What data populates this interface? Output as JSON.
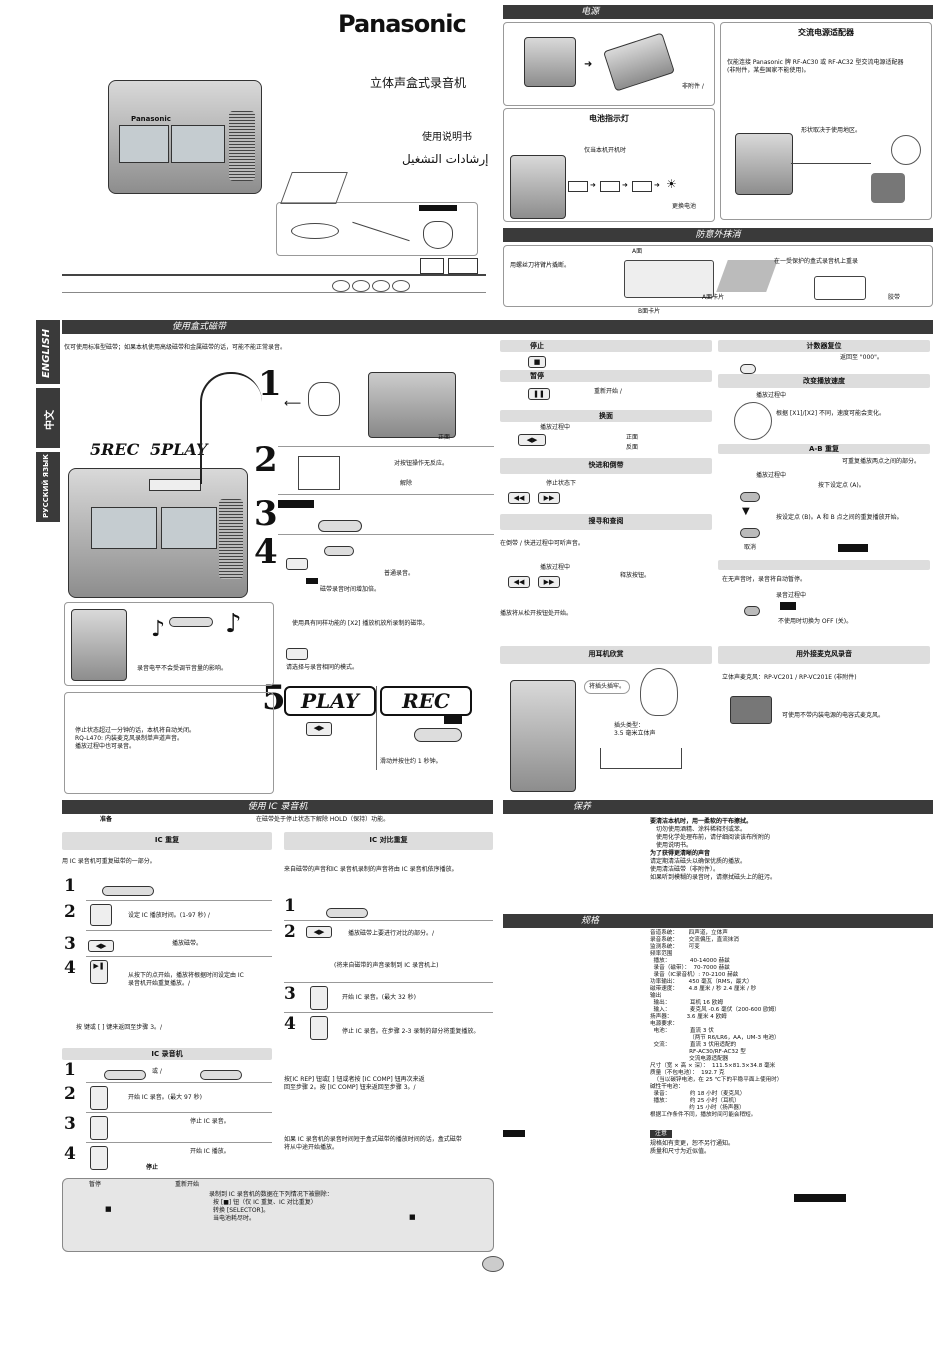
{
  "brand": "Panasonic",
  "cover": {
    "title": "立体声盒式录音机",
    "manual": "使用说明书",
    "manual_ar": "إرشادات التشغيل"
  },
  "sections": {
    "power": "电源",
    "ac_adapter": "交流电源适配器",
    "battery_indicator": "电池指示灯",
    "erase_protect": "防意外抹消",
    "tape_use": "使用盒式磁带",
    "ic_use": "使用 IC 录音机",
    "care": "保养",
    "specs": "规格"
  },
  "power": {
    "not_included": "非附件 /",
    "ac_text_1": "仅能连接 Panasonic 牌 RF-AC30 或 RF-AC32 型交流电源适配器",
    "ac_text_2": "(非附件，某些国家不能使用)。",
    "shape_note": "形状取决于使用地区。",
    "battery_when": "仅当本机开机时",
    "replace_battery": "更换电池"
  },
  "erase": {
    "left": "用螺丝刀将臂片撬断。",
    "side_a": "A面",
    "a_tab": "A面卡片",
    "b_tab": "B面卡片",
    "right": "在一受保护的盒式录音机上重录",
    "tape": "胶带"
  },
  "lang_tabs": [
    "ENGLISH",
    "中文",
    "РУССКИЙ ЯЗЫК"
  ],
  "tape": {
    "intro": "仅可使用标准型磁带；如果本机使用高级磁带和金属磁带的话，可能不能正常录音。",
    "s1": "1",
    "s2": "2",
    "s3": "3",
    "s4": "4",
    "s5": "5",
    "rec5": "5REC",
    "play5": "5PLAY",
    "front": "正面",
    "hold_text": "对按钮操作无反应。",
    "release": "解除",
    "normal_rec": "普通录音。",
    "double_rec": "磁带录音时间增加倍。",
    "vol_note": "录音电平不会受调节音量的影响。",
    "x2_note": "使用具有同样功能的 [X2] 播放机放所录制的磁带。",
    "same_mode": "请选择与录音相同的模式。",
    "play_big": "PLAY",
    "rec_big": "REC",
    "slide_hold": "滑动并按住约 1 秒钟。",
    "note1": "停止状态超过一分钟的话，本机将自动关闭。",
    "note2": "RQ-L470: 内装麦克风录制单声道声音。",
    "note3": "播放过程中也可录音。"
  },
  "controls": {
    "stop": "停止",
    "pause": "暂停",
    "resume": "重新开始 /",
    "reverse": "换面",
    "during_play": "播放过程中",
    "forward_side": "正面",
    "reverse_side": "反面",
    "ffrew": "快进和倒带",
    "in_stop": "停止状态下",
    "cue": "搜寻和查阅",
    "cue_note": "在倒带 / 快进过程中可听声音。",
    "release_btn": "释放按钮。",
    "start_play": "播放将从松开按钮处开始。",
    "counter": "计数器复位",
    "counter_reset": "返回至 \"000\"。",
    "speed": "改变播放速度",
    "speed_note": "根据 [X1]/[X2] 不同，速度可能会变化。",
    "ab": "A-B 重复",
    "ab_note": "可重复播放两点之间的部分。",
    "set_a": "按下设定点 (A)。",
    "set_b": "按设定点 (B)。A 和 B 点之间的重复播放开始。",
    "cancel": "取消",
    "vas_note": "在无声音时，录音将自动暂停。",
    "during_rec": "录音过程中",
    "vas_off": "不使用时切换为 OFF (关)。",
    "earphone": "用耳机欣赏",
    "ear_vol": "将插头插牢。",
    "ear_plug": "插头类型：",
    "ear_plug2": "3.5 毫米立体声",
    "extmic": "用外接麦克风录音",
    "mic_name": "立体声麦克风：RP-VC201 / RP-VC201E (非附件)",
    "mic_note": "可使用不带内装电源的电容式麦克风。"
  },
  "ic": {
    "prep": "准备",
    "hold_note": "在磁带处于停止状态下解除 HOLD（保持）功能。",
    "repeat": "IC 重复",
    "repeat_desc": "用 IC 录音机可重复磁带的一部分。",
    "r2": "设定 IC 播放时间。(1-97 秒) /",
    "r3": "播放磁带。",
    "r4a": "从按下的点开始，播放将根据时间设定由 IC",
    "r4b": "录音机开始重复播放。/",
    "r_end": "按          键或 [      ] 键来返回至步骤 3。/",
    "compare": "IC 对比重复",
    "compare_desc": "来自磁带的声音和IC 录音机录制的声音将由 IC 录音机依序播放。",
    "c2": "播放磁带上要进行对比的部分。/",
    "c2b": "(将来自磁带的声音录制到 IC 录音机上)",
    "c3": "开始 IC 录音。(最大 32 秒)",
    "c4": "停止 IC 录音。在步骤 2-3 录制的部分将重复播放。",
    "c_end1": "按[IC          REP] 钮或[        ] 钮或者按 [IC          COMP] 钮再次来返",
    "c_end2": "回至步骤 2。按 [IC          COMP] 钮来返回至步骤 3。/",
    "c_note1": "如果 IC 录音机的录音时间短于盒式磁带的播放时间的话，盒式磁带",
    "c_note2": "将从中途开始播放。",
    "rec": "IC 录音机",
    "or": "或 /",
    "q2": "开始 IC 录音。(最大 97 秒)",
    "q3": "停止 IC 录音。",
    "q4": "开始 IC 播放。",
    "stop": "停止",
    "pause": "暂停",
    "resume": "重新开始",
    "del1": "录制到 IC 录音机的数据在下列情况下被删除：",
    "del2": "按 [■] 钮（仅 IC 重复、IC 对比重复）",
    "del3": "转换 [SELECTOR]。",
    "del4": "当电池耗尽时。"
  },
  "care": {
    "c1": "要清洁本机时，用一柔软的干布擦拭。",
    "c2": "切勿使用酒精、涂料稀释剂或苯。",
    "c3": "使用化学处理布前，请仔细阅读该布所附的",
    "c4": "使用说明书。",
    "c5": "为了获得更清晰的声音",
    "c6": "请定期清洁磁头以确保优质的播放。",
    "c7": "使用清洁磁带（非附件）。",
    "c8": "如果听到模糊的录音时，请擦拭磁头上的脏污。"
  },
  "specs": [
    "音道系统：      四声道，立体声",
    "录音系统：      交流偏压，直流抹消",
    "监测系统：      可变",
    "频率范围",
    "  播放：           40-14000 赫兹",
    "  录音（磁带）：  70-7000 赫兹",
    "  录音（IC录音机）: 70-2100 赫兹",
    "功率输出：      450 毫瓦（RMS，最大）",
    "磁带速度：      4.8 厘米 / 秒 2.4 厘米 / 秒",
    "输出",
    "  输出：           耳机 16 欧姆",
    "  输入：           麦克风 -0.6 毫伏（200-600 欧姆）",
    "扬声器：        3.6 厘米 4 欧姆",
    "电源要求：",
    "  电池：           直流 3 伏",
    "                      （两节 R6/LR6，AA，UM-3 电池）",
    "  交流：           直流 3 伏用适配的",
    "                      RF-AC30/RF-AC32 型",
    "                      交流电源适配器",
    "尺寸（宽 × 高 × 深）：  111.5×81.3×34.8 毫米",
    "质量（不包电池）：  192.7 克",
    "  （当以碳锌电池，在 25 ℃下的平稳平面上使用时）",
    "碱性干电池：",
    "  录音：           约 18 小时（麦克风）",
    "  播放：           约 25 小时（耳机）",
    "                      约 15 小时（扬声器）",
    "根据工作条件不同，播放时间可能会稍短。"
  ],
  "note_label": "注意",
  "spec_note1": "规格如有变更，恕不另行通知。",
  "spec_note2": "质量和尺寸为近似值。"
}
